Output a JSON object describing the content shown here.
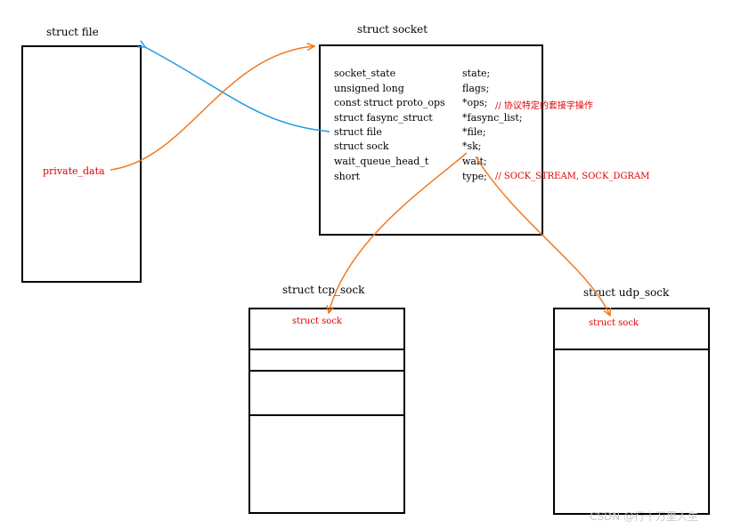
{
  "file": {
    "title": "struct file",
    "private_data": "private_data"
  },
  "socket": {
    "title": "struct socket",
    "fields": [
      {
        "type": "socket_state",
        "name": "state;",
        "comment": ""
      },
      {
        "type": "unsigned long",
        "name": "flags;",
        "comment": ""
      },
      {
        "type": "const struct proto_ops",
        "name": "*ops;",
        "comment": "// 协议特定的套接字操作"
      },
      {
        "type": "struct fasync_struct",
        "name": "*fasync_list;",
        "comment": ""
      },
      {
        "type": "struct file",
        "name": "*file;",
        "comment": ""
      },
      {
        "type": "struct sock",
        "name": "*sk;",
        "comment": ""
      },
      {
        "type": "wait_queue_head_t",
        "name": "wait;",
        "comment": ""
      },
      {
        "type": "short",
        "name": "type;",
        "comment": "// SOCK_STREAM, SOCK_DGRAM"
      }
    ]
  },
  "tcp_sock": {
    "title": "struct tcp_sock",
    "first_field": "struct sock"
  },
  "udp_sock": {
    "title": "struct udp_sock",
    "first_field": "struct sock"
  },
  "watermark": "CSDN @行十万里人生",
  "colors": {
    "blue_arrow": "#1f9be0",
    "orange_arrow": "#f07a20",
    "red_text": "#e00000"
  }
}
